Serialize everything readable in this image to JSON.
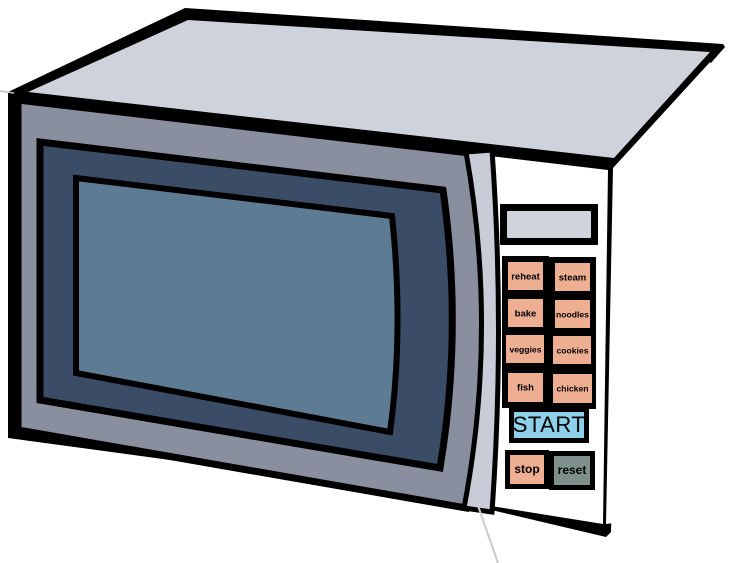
{
  "illustration": {
    "subject": "microwave-oven",
    "view": "three-quarter-perspective-left"
  },
  "colors": {
    "outline": "#000000",
    "top_panel": "#ced2da",
    "side_panel": "#ffffff",
    "door_face": "#8a8fa0",
    "door_frame": "#3a4c66",
    "door_glass": "#5d7b92",
    "handle_crescent": "#c8ccd6",
    "control_panel": "#ffffff",
    "display_screen": "#ced3dc",
    "button_peach": "#edae92",
    "button_start": "#8ed0ea",
    "button_reset": "#7d908c",
    "button_text": "#000000"
  },
  "door": {
    "name": "microwave-door",
    "window_name": "door-window-glass",
    "handle_name": "door-handle"
  },
  "control_panel": {
    "display": {
      "label": "",
      "name": "display-screen"
    },
    "preset_buttons": [
      {
        "label": "reheat",
        "color": "#edae92",
        "size": "sm"
      },
      {
        "label": "steam",
        "color": "#edae92",
        "size": "sm"
      },
      {
        "label": "bake",
        "color": "#edae92",
        "size": "sm"
      },
      {
        "label": "noodles",
        "color": "#edae92",
        "size": "xs"
      },
      {
        "label": "veggies",
        "color": "#edae92",
        "size": "xs"
      },
      {
        "label": "cookies",
        "color": "#edae92",
        "size": "xs"
      },
      {
        "label": "fish",
        "color": "#edae92",
        "size": "sm"
      },
      {
        "label": "chicken",
        "color": "#edae92",
        "size": "xs"
      }
    ],
    "start_button": {
      "label": "START",
      "color": "#8ed0ea"
    },
    "action_buttons": [
      {
        "label": "stop",
        "color": "#edae92"
      },
      {
        "label": "reset",
        "color": "#7d908c"
      }
    ]
  }
}
